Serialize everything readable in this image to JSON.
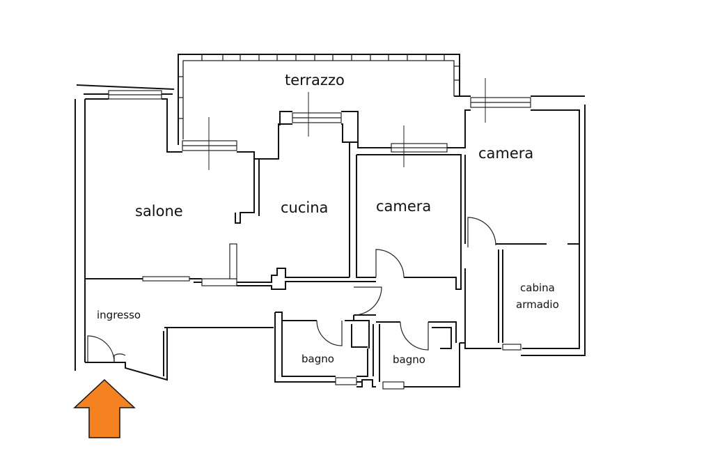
{
  "rooms": {
    "terrazzo": "terrazzo",
    "salone": "salone",
    "cucina": "cucina",
    "camera_1": "camera",
    "camera_2": "camera",
    "ingresso": "ingresso",
    "bagno_1": "bagno",
    "bagno_2": "bagno",
    "cabina_line1": "cabina",
    "cabina_line2": "armadio"
  },
  "colors": {
    "entrance_arrow": "#F58220",
    "wall": "#111111"
  },
  "icons": {
    "entrance": "entrance-arrow-icon"
  }
}
